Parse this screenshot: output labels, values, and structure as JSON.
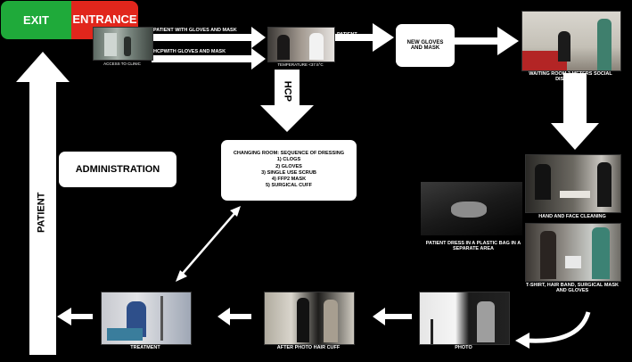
{
  "top": {
    "exit": "EXIT",
    "entrance": "ENTRANCE"
  },
  "captions": {
    "access": "ACCESS TO CLINIC",
    "temperature": "TEMPERATURE <37.5°C",
    "waiting": "WAITING ROOM 2 METERS SOCIAL DISTANCING",
    "hand_face": "HAND AND FACE CLEANING",
    "plastic_bag": "PATIENT DRESS IN A PLASTIC BAG IN A SEPARATE AREA",
    "tshirt": "T-SHIRT, HAIR BAND, SURGICAL MASK AND GLOVES",
    "photo": "PHOTO",
    "after_photo": "AFTER PHOTO HAIR CUFF",
    "treatment": "TREATMENT"
  },
  "arrows": {
    "patient_gloves_mask": "PATIENT WITH GLOVES AND MASK",
    "hcp_gloves_mask": "HCPWITH GLOVES AND MASK",
    "patient_1": "PATIENT",
    "patient_2": "PATIENT",
    "hcp": "HCP",
    "hcp_brings": "HCP BRINGS PATIENT",
    "patient_vertical": "PATIENT"
  },
  "boxes": {
    "new_gloves": "NEW GLOVES AND MASK",
    "administration": "ADMINISTRATION",
    "changing_room": {
      "title": "CHANGING ROOM: SEQUENCE OF DRESSING",
      "items": [
        "1) CLOGS",
        "2) GLOVES",
        "3) SINGLE USE SCRUB",
        "4) FFP2 MASK",
        "5) SURGICAL CUFF"
      ]
    }
  },
  "colors": {
    "exit": "#1faa3a",
    "entrance": "#e1261c",
    "background": "#000000",
    "arrow": "#ffffff"
  }
}
